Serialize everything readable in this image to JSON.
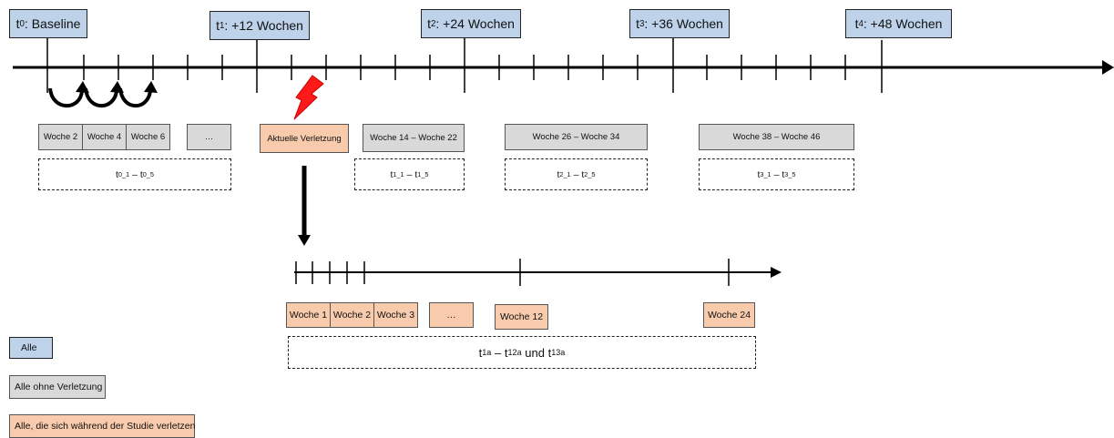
{
  "milestones": [
    {
      "sym": "t",
      "sub": "0",
      "rest": ": Baseline"
    },
    {
      "sym": "t",
      "sub": "1",
      "rest": ": +12 Wochen"
    },
    {
      "sym": "t",
      "sub": "2",
      "rest": ": +24 Wochen"
    },
    {
      "sym": "t",
      "sub": "3",
      "rest": ": +36 Wochen"
    },
    {
      "sym": "t",
      "sub": "4",
      "rest": ": +48 Wochen"
    }
  ],
  "grey_weeks": [
    "Woche 2",
    "Woche 4",
    "Woche 6",
    "…",
    "Woche 14 – Woche 22",
    "Woche 26 – Woche 34",
    "Woche 38 – Woche 46"
  ],
  "current_injury": "Aktuelle Verletzung",
  "ranges": [
    {
      "a": "t",
      "a_sub": "0_1",
      "dash": " – ",
      "b": "t",
      "b_sub": "0_5"
    },
    {
      "a": "t",
      "a_sub": "1_1",
      "dash": " – ",
      "b": "t",
      "b_sub": "1_5"
    },
    {
      "a": "t",
      "a_sub": "2_1",
      "dash": " – ",
      "b": "t",
      "b_sub": "2_5"
    },
    {
      "a": "t",
      "a_sub": "3_1",
      "dash": " – ",
      "b": "t",
      "b_sub": "3_5"
    }
  ],
  "injury_weeks": [
    "Woche 1",
    "Woche 2",
    "Woche 3",
    "…",
    "Woche 12",
    "Woche 24"
  ],
  "injury_range": {
    "a": "t",
    "a_sub": "1a",
    "dash": " – ",
    "b": "t",
    "b_sub": "12a",
    "und": " und ",
    "c": "t",
    "c_sub": "13a"
  },
  "legend": [
    "Alle",
    "Alle ohne Verletzung",
    "Alle, die sich während der Studie verletzen"
  ],
  "colors": {
    "all": "#bed3ea",
    "no_injury": "#d9d9d9",
    "injured": "#f8cbad",
    "lightning": "#ff0000"
  }
}
